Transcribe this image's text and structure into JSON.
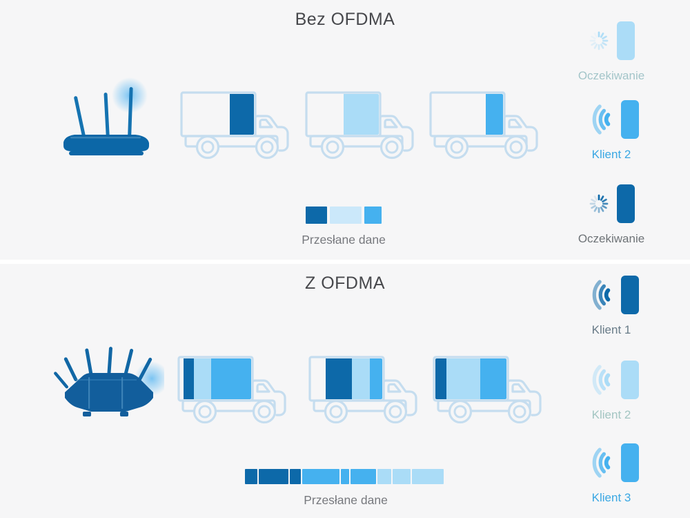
{
  "colors": {
    "none": "transparent",
    "dark": "#0d69a9",
    "medium": "#45b1ef",
    "pale": "#aadcf7",
    "paler": "#cbe8fa",
    "outline": "#c5ddef",
    "background": "#f6f6f7",
    "glow": "#7ac4f3"
  },
  "top": {
    "title": "Bez OFDMA",
    "router_icon": "wifi-router-3-antenna",
    "trucks": [
      {
        "segments": [
          {
            "w": 66,
            "c": "none"
          },
          {
            "w": 34,
            "c": "dark"
          }
        ]
      },
      {
        "segments": [
          {
            "w": 50,
            "c": "none"
          },
          {
            "w": 50,
            "c": "pale"
          }
        ]
      },
      {
        "segments": [
          {
            "w": 76,
            "c": "none"
          },
          {
            "w": 24,
            "c": "medium"
          }
        ]
      }
    ],
    "clients": [
      {
        "label": "Oczekiwanie",
        "icon": "spinner-icon",
        "tone": "#abdcf7",
        "label_color": "#a3c5c9"
      },
      {
        "label": "Klient 2",
        "icon": "wifi-signal-icon",
        "tone": "#45b1ef",
        "label_color": "#39a7e3"
      },
      {
        "label": "Oczekiwanie",
        "icon": "spinner-icon",
        "tone": "#0d69a9",
        "label_color": "#6e7377"
      }
    ],
    "legend": {
      "label": "Przesłane dane",
      "segments": [
        {
          "w": 28,
          "c": "dark"
        },
        {
          "w": 42,
          "c": "paler"
        },
        {
          "w": 23,
          "c": "medium"
        }
      ]
    }
  },
  "bottom": {
    "title": "Z OFDMA",
    "router_icon": "gaming-router-multi-antenna",
    "trucks": [
      {
        "segments": [
          {
            "w": 5,
            "c": "none"
          },
          {
            "w": 14,
            "c": "dark"
          },
          {
            "w": 25,
            "c": "pale"
          },
          {
            "w": 56,
            "c": "medium"
          }
        ]
      },
      {
        "segments": [
          {
            "w": 20,
            "c": "none"
          },
          {
            "w": 37,
            "c": "dark"
          },
          {
            "w": 26,
            "c": "pale"
          },
          {
            "w": 17,
            "c": "medium"
          }
        ]
      },
      {
        "segments": [
          {
            "w": 16,
            "c": "dark"
          },
          {
            "w": 47,
            "c": "pale"
          },
          {
            "w": 37,
            "c": "medium"
          }
        ]
      }
    ],
    "clients": [
      {
        "label": "Klient 1",
        "icon": "wifi-signal-icon",
        "tone": "#0d69a9",
        "label_color": "#677a87"
      },
      {
        "label": "Klient 2",
        "icon": "wifi-signal-icon",
        "tone": "#abdcf7",
        "label_color": "#a3c5c2"
      },
      {
        "label": "Klient 3",
        "icon": "wifi-signal-icon",
        "tone": "#45b1ef",
        "label_color": "#39a7e3"
      }
    ],
    "legend": {
      "label": "Przesłane dane",
      "segments": [
        {
          "w": 6,
          "c": "dark"
        },
        {
          "w": 15,
          "c": "dark"
        },
        {
          "w": 5.5,
          "c": "dark"
        },
        {
          "w": 18.5,
          "c": "medium"
        },
        {
          "w": 4,
          "c": "medium"
        },
        {
          "w": 12.5,
          "c": "medium"
        },
        {
          "w": 7,
          "c": "pale"
        },
        {
          "w": 9,
          "c": "pale"
        },
        {
          "w": 15.5,
          "c": "pale"
        }
      ]
    }
  }
}
